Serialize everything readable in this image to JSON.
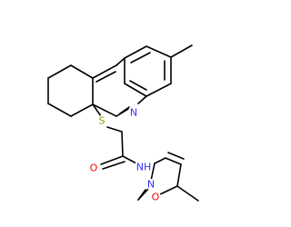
{
  "molecule": {
    "atoms": {
      "n_ring": {
        "label": "N",
        "color": "#3333ff"
      },
      "s_link": {
        "label": "S",
        "color": "#999900"
      },
      "o_carbonyl": {
        "label": "O",
        "color": "#ff0000"
      },
      "n_amide": {
        "label": "NH",
        "color": "#3333ff"
      },
      "n_isox": {
        "label": "N",
        "color": "#3333ff"
      },
      "o_isox": {
        "label": "O",
        "color": "#ff0000"
      }
    },
    "bond_color": "#000000"
  }
}
